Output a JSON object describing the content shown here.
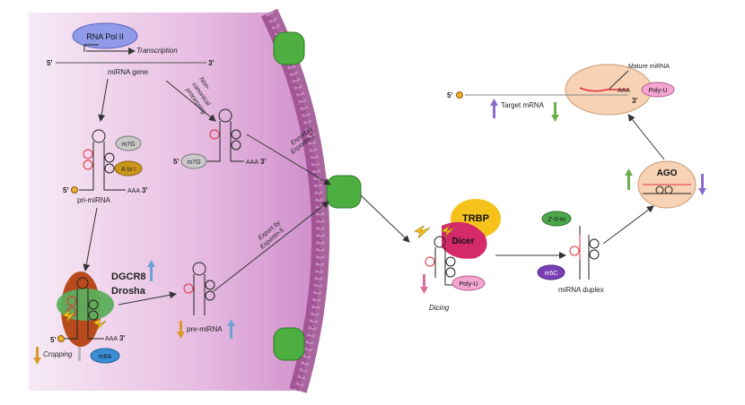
{
  "labels": {
    "rna_pol": "RNA Pol II",
    "transcription": "Transcription",
    "five_prime": "5'",
    "three_prime": "3'",
    "mirna_gene": "miRNA gene",
    "non_canonical_1": "Non-",
    "non_canonical_2": "canonical",
    "non_canonical_3": "processing",
    "m7g": "m7G",
    "a_to_i": "A to I",
    "aaa": "AAA",
    "pri_mirna": "pri-miRNA",
    "export_exp1_a": "Export by",
    "export_exp1_b": "Exportin-1",
    "export_exp5_a": "Export by",
    "export_exp5_b": "Exportin-5",
    "dgcr8": "DGCR8",
    "drosha": "Drosha",
    "pre_mirna": "pre-miRNA",
    "cropping": "Cropping",
    "m6a": "m6A",
    "trbp": "TRBP",
    "dicer": "Dicer",
    "poly_u": "Poly-U",
    "dicing": "Dicing",
    "two_o_m": "2'-0-m",
    "m5c": "m5C",
    "mirna_duplex": "miRNA duplex",
    "ago": "AGO",
    "mature_mirna": "Mature miRNA",
    "target_mrna": "Target mRNA"
  },
  "colors": {
    "nucleus_bg": "#f2ddf0",
    "nucleus_inner": "#dca8d8",
    "membrane": "#9a4a8c",
    "pore": "#4caf3f",
    "rna_black": "#222222",
    "rna_red": "#e0303a",
    "rna_pol_fill": "#8f9ae8",
    "m7g_fill": "#c8c8c8",
    "a_to_i_fill": "#c8961a",
    "drosha_fill": "#5cae5c",
    "dgcr8_fill": "#b84a1e",
    "m6a_fill": "#3a8fd4",
    "trbp_fill": "#f5c21b",
    "dicer_fill": "#d42a6a",
    "poly_u_fill": "#f4a6d0",
    "two_o_m_fill": "#4ca64a",
    "m5c_fill": "#7a3fb5",
    "ago_fill": "#f8d2b4",
    "arrow_up_blue": "#6ea2d4",
    "arrow_down_orange": "#d89a2a",
    "arrow_up_purple": "#8a6ad0",
    "arrow_down_green": "#6ab04c",
    "arrow_down_pink": "#d870a0"
  },
  "icons": [
    "up-arrow-icon",
    "down-arrow-icon",
    "lightning-icon"
  ]
}
